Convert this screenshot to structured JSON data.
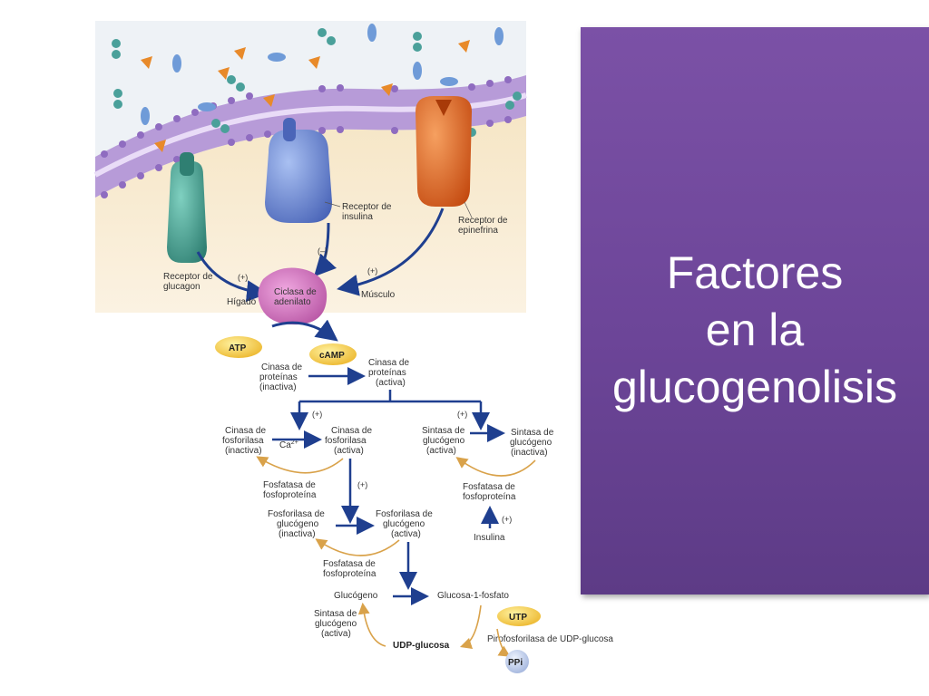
{
  "slide": {
    "title_lines": [
      "Factores",
      "en la",
      "glucogenolisis"
    ]
  },
  "figure": {
    "receptors": {
      "glucagon": [
        "Receptor de",
        "glucagon"
      ],
      "insulin": [
        "Receptor de",
        "insulina"
      ],
      "epinephrine": [
        "Receptor de",
        "epinefrina"
      ]
    },
    "signs": {
      "plus": "(+)",
      "minus": "(–)"
    },
    "tissues": {
      "liver": "Hígado",
      "muscle": "Músculo"
    },
    "adenylate_cyclase": [
      "Ciclasa de",
      "adenilato"
    ],
    "atp": "ATP",
    "camp": "cAMP",
    "pka_inactive": [
      "Cinasa de",
      "proteínas",
      "(inactiva)"
    ],
    "pka_active": [
      "Cinasa de",
      "proteínas",
      "(activa)"
    ],
    "phk_inactive": [
      "Cinasa de",
      "fosforilasa",
      "(inactiva)"
    ],
    "calcium": "Ca",
    "calcium_sup": "2+",
    "phk_active": [
      "Cinasa de",
      "fosforilasa",
      "(activa)"
    ],
    "gs_active_right": [
      "Sintasa de",
      "glucógeno",
      "(activa)"
    ],
    "gs_inactive_right": [
      "Sintasa de",
      "glucógeno",
      "(inactiva)"
    ],
    "phosphoprotein_phosphatase_1": [
      "Fosfatasa de",
      "fosfoproteína"
    ],
    "phosphoprotein_phosphatase_2": [
      "Fosfatasa de",
      "fosfoproteína"
    ],
    "phosphoprotein_phosphatase_3": [
      "Fosfatasa de",
      "fosfoproteína"
    ],
    "gp_inactive": [
      "Fosforilasa de",
      "glucógeno",
      "(inactiva)"
    ],
    "gp_active": [
      "Fosforilasa de",
      "glucógeno",
      "(activa)"
    ],
    "insulin": "Insulina",
    "glycogen": "Glucógeno",
    "glucose_1_p": "Glucosa-1-fosfato",
    "utp": "UTP",
    "udp_pyrophosphorylase": "Pirofosforilasa de UDP-glucosa",
    "gs_active_bottom": [
      "Sintasa de",
      "glucógeno",
      "(activa)"
    ],
    "udp_glucose": "UDP-glucosa",
    "ppi": "PPi"
  },
  "colors": {
    "panel": "#6c4598",
    "arrow_blue": "#1f3f8f",
    "arrow_orange": "#d9a24a",
    "membrane_purple": "#9b7cc8",
    "receptor_teal": "#3f9a8a",
    "receptor_blue": "#6f8fd8",
    "receptor_orange": "#e0641e",
    "cyclase_magenta": "#c85fb0",
    "atp_yellow": "#f2c530"
  }
}
